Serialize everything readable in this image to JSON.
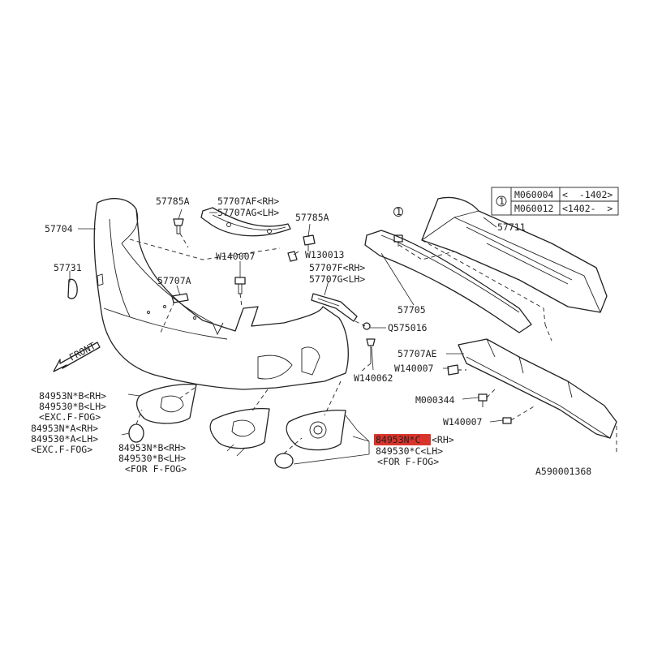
{
  "diagram_id": "A590001368",
  "callouts": {
    "bumper_face": "57704",
    "cover_57731": "57731",
    "clip_57785a_left": "57785A",
    "clip_57785a_right": "57785A",
    "bracket_upper_rh": "57707AF<RH>",
    "bracket_upper_lh": "57707AG<LH>",
    "screw_w130013": "W130013",
    "screw_w140007_top": "W140007",
    "bracket_57707a": "57707A",
    "bracket_side_rh": "57707F<RH>",
    "bracket_side_lh": "57707G<LH>",
    "clip_q575016": "Q575016",
    "screw_w140062": "W140062",
    "beam_57711": "57711",
    "absorber_57705": "57705",
    "lower_beam_57707ae": "57707AE",
    "screw_w140007_mid": "W140007",
    "bolt_m000344": "M000344",
    "screw_w140007_low": "W140007",
    "cover_left_rh": "84953N*B<RH>",
    "cover_left_lh": "849530*B<LH>",
    "cover_left_note": "<EXC.F-FOG>",
    "cap_rh": "84953N*A<RH>",
    "cap_lh": "849530*A<LH>",
    "cap_note": "<EXC.F-FOG>",
    "fog_mid_rh": "84953N*B<RH>",
    "fog_mid_lh": "849530*B<LH>",
    "fog_mid_note": "<FOR F-FOG>",
    "fog_right_rh_part": "84953N*C",
    "fog_right_rh_side": "<RH>",
    "fog_right_lh": "849530*C<LH>",
    "fog_right_note": "<FOR F-FOG>",
    "front_label": "FRONT",
    "ref_marker_one": "1"
  },
  "reference_table": {
    "marker": "1",
    "rows": [
      {
        "part": "M060004",
        "range": "<  -1402>"
      },
      {
        "part": "M060012",
        "range": "<1402-  >"
      }
    ]
  },
  "highlight_color": "#d9342b"
}
